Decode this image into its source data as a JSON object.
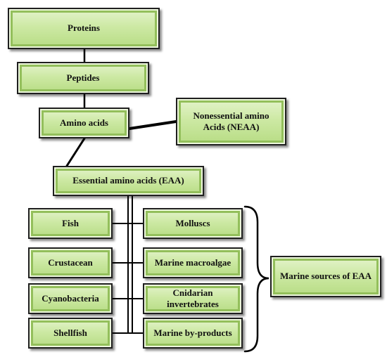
{
  "colors": {
    "box_fill": "#cde9a4",
    "box_border": "#1f1f1f",
    "connector": "#000000"
  },
  "nodes": {
    "proteins": "Proteins",
    "peptides": "Peptides",
    "amino_acids": "Amino acids",
    "neaa": "Nonessential amino Acids (NEAA)",
    "eaa": "Essential amino acids (EAA)",
    "fish": "Fish",
    "crustacean": "Crustacean",
    "cyanobacteria": "Cyanobacteria",
    "shellfish": "Shellfish",
    "molluscs": "Molluscs",
    "marine_macroalgae": "Marine macroalgae",
    "cnidarian": "Cnidarian invertebrates",
    "marine_byproducts": "Marine by-products",
    "marine_sources": "Marine sources of EAA"
  }
}
